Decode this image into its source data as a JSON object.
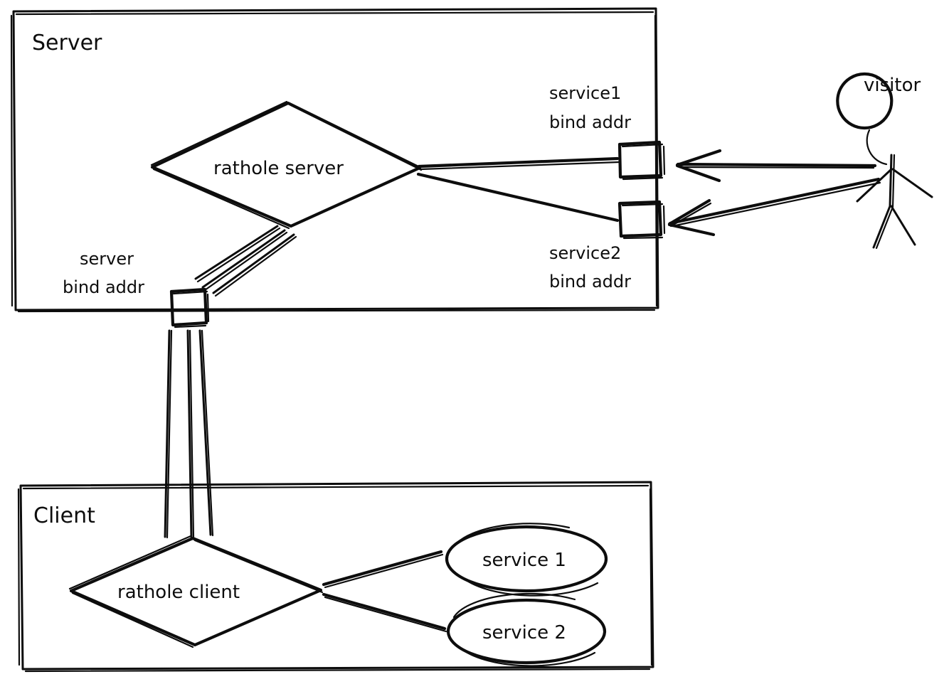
{
  "diagram": {
    "title": "rathole server and client architecture",
    "style": "hand-drawn sketch",
    "stroke_color": "#0d0d0d",
    "background_color": "#ffffff"
  },
  "server_group": {
    "label": "Server",
    "nodes": {
      "rathole_server": "rathole server",
      "server_bind_addr": "server\nbind addr",
      "server_bind_addr_line1": "server",
      "server_bind_addr_line2": "bind addr",
      "service1_bind_addr_line1": "service1",
      "service1_bind_addr_line2": "bind addr",
      "service2_bind_addr_line1": "service2",
      "service2_bind_addr_line2": "bind addr"
    }
  },
  "client_group": {
    "label": "Client",
    "nodes": {
      "rathole_client": "rathole client",
      "service_1": "service 1",
      "service_2": "service 2"
    }
  },
  "actor": {
    "label": "visitor"
  },
  "connections": [
    {
      "from": "rathole server",
      "to": "service1 bind addr",
      "arrow": false
    },
    {
      "from": "rathole server",
      "to": "service2 bind addr",
      "arrow": false
    },
    {
      "from": "rathole server",
      "to": "server bind addr",
      "arrow": false,
      "multiplicity": 3
    },
    {
      "from": "server bind addr",
      "to": "rathole client",
      "arrow": false,
      "multiplicity": 3
    },
    {
      "from": "visitor",
      "to": "service1 bind addr",
      "arrow": true
    },
    {
      "from": "visitor",
      "to": "service2 bind addr",
      "arrow": true
    },
    {
      "from": "rathole client",
      "to": "service 1",
      "arrow": false
    },
    {
      "from": "rathole client",
      "to": "service 2",
      "arrow": false
    }
  ]
}
